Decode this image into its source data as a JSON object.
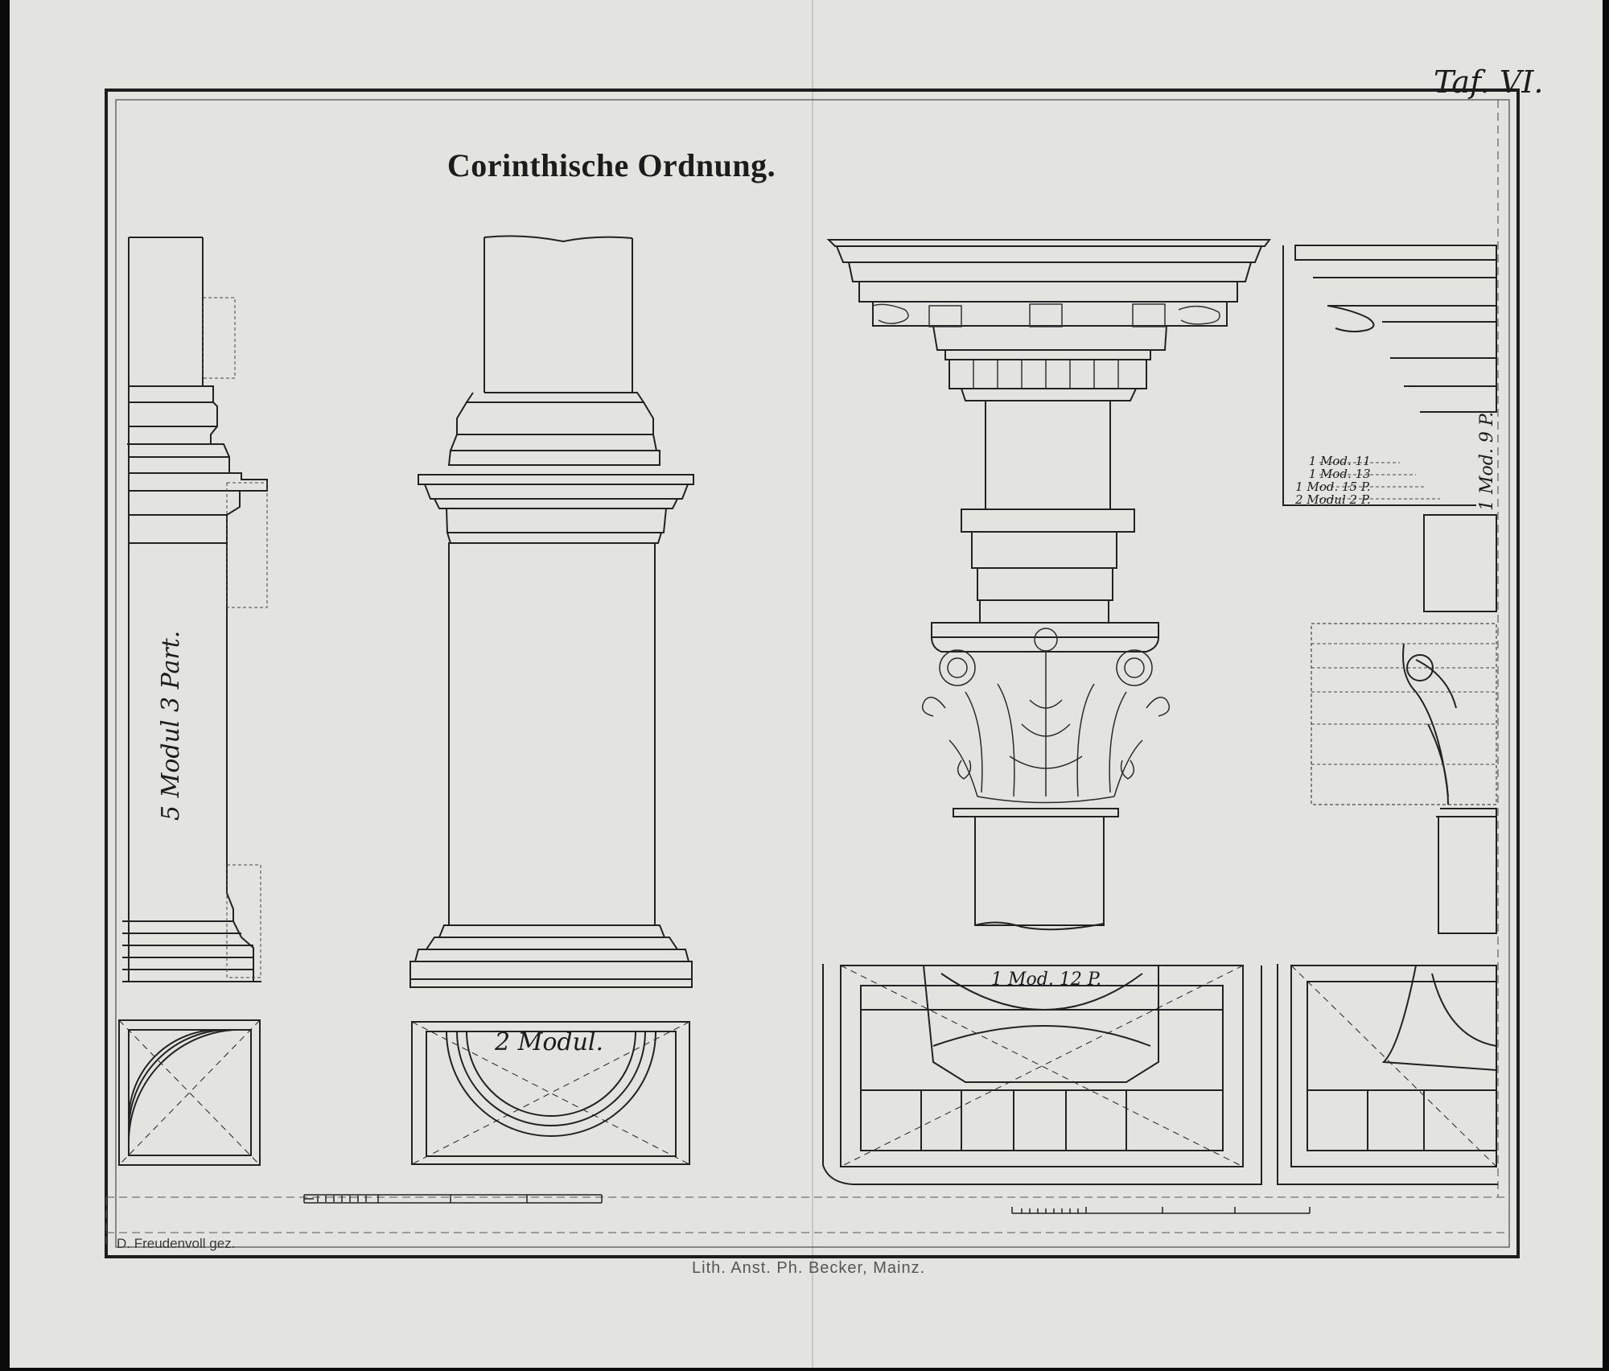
{
  "plate": {
    "number": "Taf. VI.",
    "title": "Corinthische Ordnung."
  },
  "labels": {
    "pedestal_height": "5 Modul 3 Part.",
    "pedestal_width": "2 Modul.",
    "capital_width": "1 Mod. 12 P.",
    "module_stack": [
      "1 Mod. 11",
      "1 Mod. 13",
      "1 Mod. 15 P.",
      "2 Modul 2 P."
    ],
    "right_vertical": "1 Mod. 9 P."
  },
  "credits": {
    "draftsman": "D. Freudenvoll gez.",
    "printer": "Lith. Anst. Ph. Becker, Mainz."
  }
}
